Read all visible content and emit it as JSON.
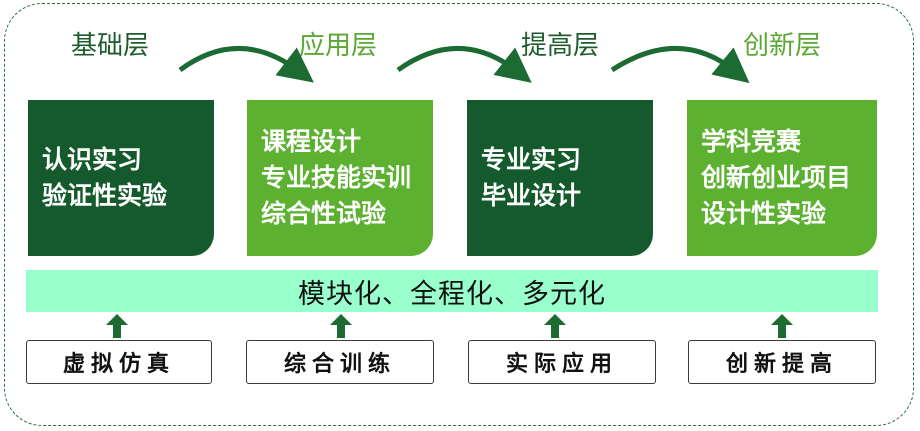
{
  "layers": [
    {
      "title": "基础层",
      "tone": "dark"
    },
    {
      "title": "应用层",
      "tone": "light"
    },
    {
      "title": "提高层",
      "tone": "dark"
    },
    {
      "title": "创新层",
      "tone": "light"
    }
  ],
  "cards": [
    {
      "lines": [
        "认识实习",
        "验证性实验"
      ],
      "tone": "dark"
    },
    {
      "lines": [
        "课程设计",
        "专业技能实训",
        "综合性试验"
      ],
      "tone": "light"
    },
    {
      "lines": [
        "专业实习",
        "毕业设计"
      ],
      "tone": "dark"
    },
    {
      "lines": [
        "学科竞赛",
        "创新创业项目",
        "设计性实验"
      ],
      "tone": "light"
    }
  ],
  "band_text": "模块化、全程化、多元化",
  "bottom_tags": [
    "虚拟仿真",
    "综合训练",
    "实际应用",
    "创新提高"
  ],
  "colors": {
    "dark_green": "#155a2d",
    "light_green": "#5cb130",
    "band_mint": "#99ffcc",
    "arrow_green": "#1b6b33",
    "frame": "#2f6b3c"
  },
  "icons": {
    "flow": "curved-arrow-icon",
    "up": "up-arrow-icon"
  }
}
